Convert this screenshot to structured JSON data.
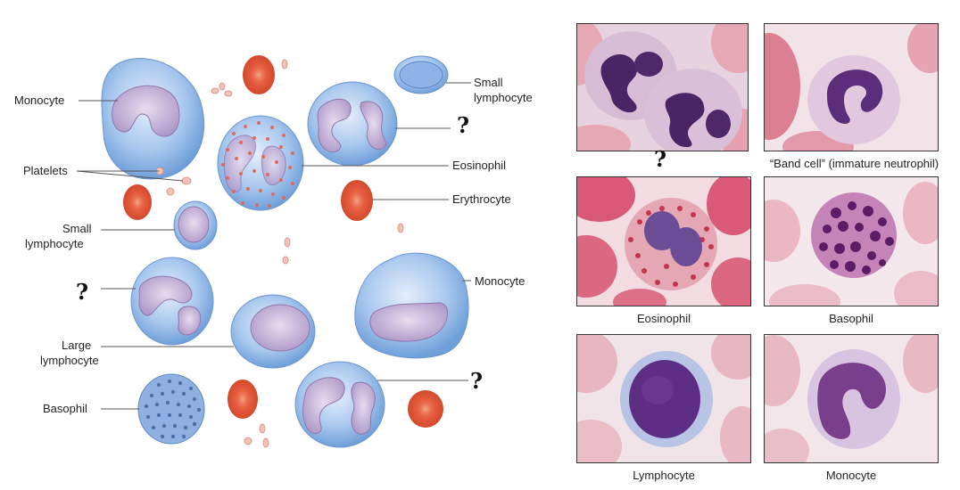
{
  "diagram": {
    "labels": {
      "monocyte_left": "Monocyte",
      "platelets": "Platelets",
      "small_lymphocyte_left_1": "Small",
      "small_lymphocyte_left_2": "lymphocyte",
      "large_lymphocyte_1": "Large",
      "large_lymphocyte_2": "lymphocyte",
      "basophil": "Basophil",
      "small_lymphocyte_right_1": "Small",
      "small_lymphocyte_right_2": "lymphocyte",
      "eosinophil": "Eosinophil",
      "erythrocyte": "Erythrocyte",
      "monocyte_right": "Monocyte"
    },
    "unknown_marker": "?"
  },
  "micrographs": {
    "band_cell_caption": "“Band cell” (immature neutrophil)",
    "eosinophil_caption": "Eosinophil",
    "basophil_caption": "Basophil",
    "lymphocyte_caption": "Lymphocyte",
    "monocyte_caption": "Monocyte",
    "unknown_marker": "?"
  },
  "colors": {
    "cell_blue": "#a9c8ee",
    "nucleus_purple": "#b9a6cf",
    "erythrocyte_red": "#e2573a",
    "eosin_pink": "#e99aa7",
    "stain_purple": "#5b2d73"
  }
}
